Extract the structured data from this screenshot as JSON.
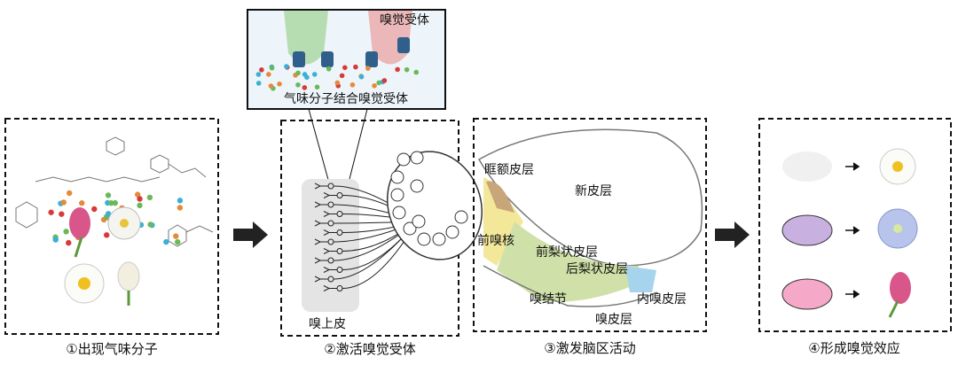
{
  "captions": [
    "①出现气味分子",
    "②激活嗅觉受体",
    "③激发脑区活动",
    "④形成嗅觉效应"
  ],
  "inset": {
    "receptor_label": "嗅觉受体",
    "binding_label": "气味分子结合嗅觉受体"
  },
  "panel2": {
    "epithelium_label": "嗅上皮"
  },
  "panel3": {
    "orbitofrontal": "眶额皮层",
    "neocortex": "新皮层",
    "anterior_olfactory_nucleus": "前嗅核",
    "anterior_piriform": "前梨状皮层",
    "posterior_piriform": "后梨状皮层",
    "entorhinal": "内嗅皮层",
    "olfactory_tubercle": "嗅结节",
    "olfactory_cortex": "嗅皮层"
  },
  "colors": {
    "dots": [
      "#d63b3b",
      "#3bb0d6",
      "#e58a3a",
      "#6bb85a"
    ]
  }
}
